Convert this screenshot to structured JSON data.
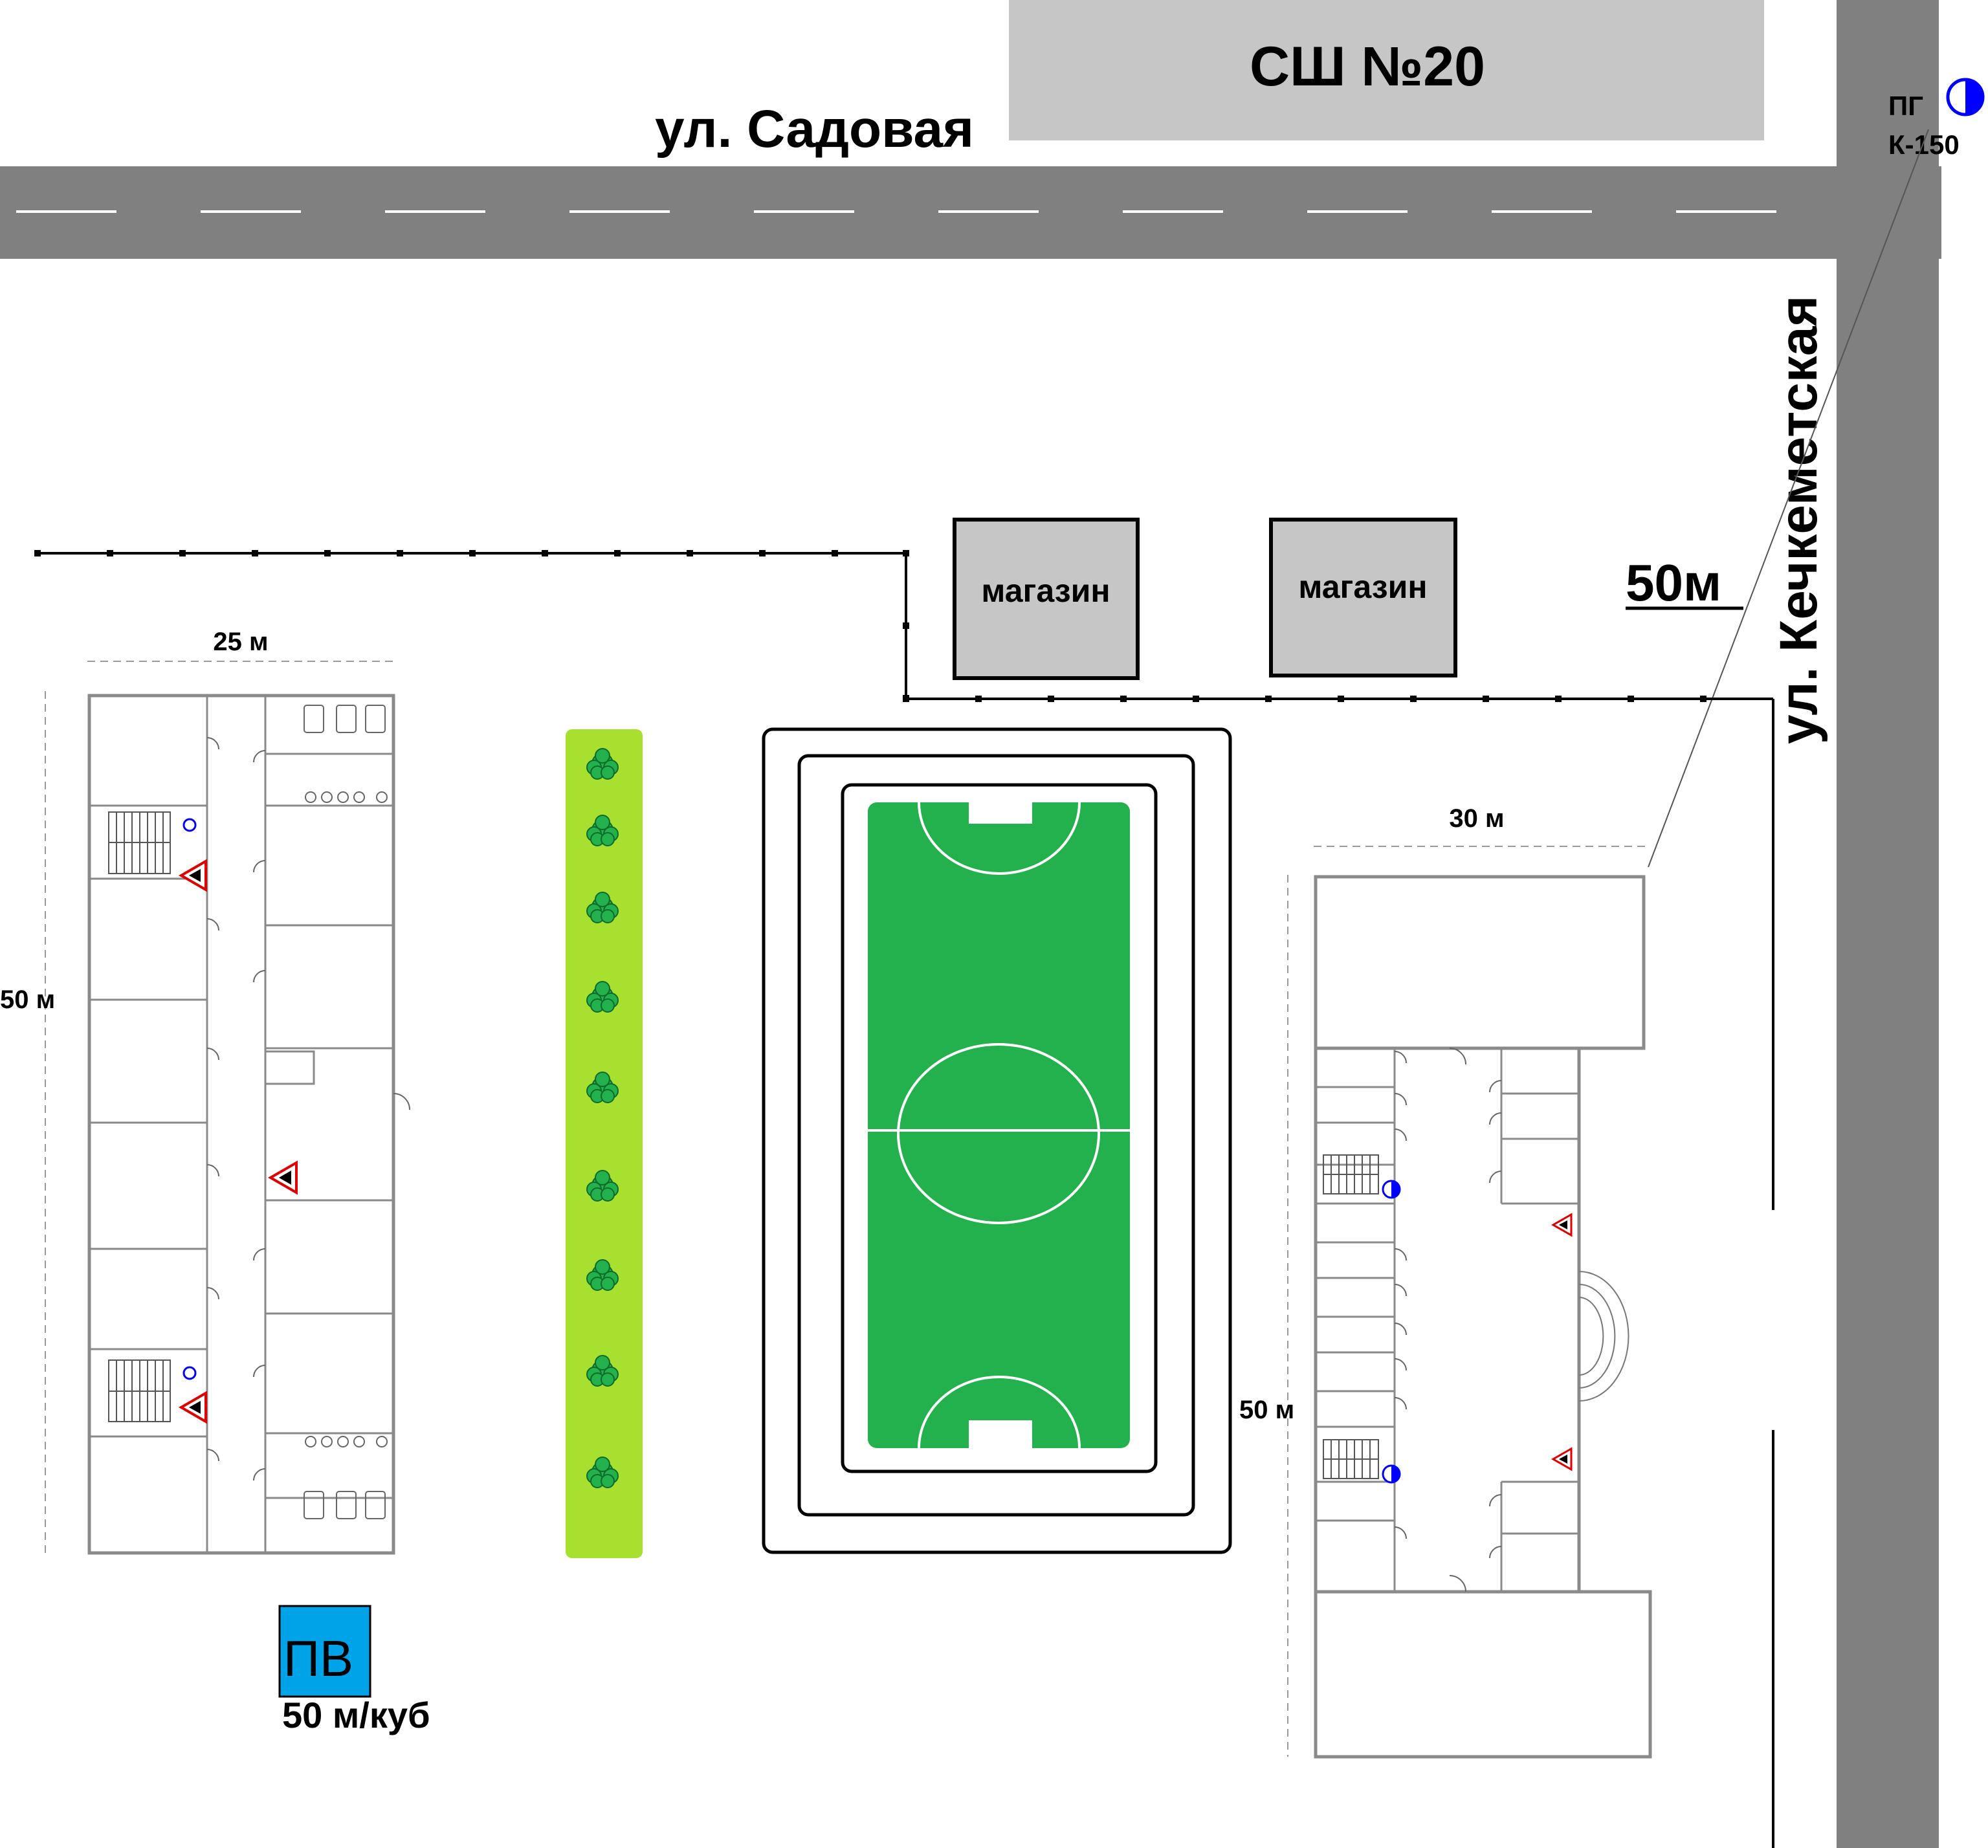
{
  "school_label": "СШ №20",
  "streets": {
    "horizontal": "ул. Садовая",
    "vertical": "ул. Кечкеметская"
  },
  "hydrant": {
    "code": "ПГ",
    "model": "К-150"
  },
  "shops": [
    {
      "label": "магазин"
    },
    {
      "label": "магазин"
    }
  ],
  "scale_label": "50м",
  "buildings": {
    "left": {
      "width_label": "25 м",
      "height_label": "50 м"
    },
    "right": {
      "width_label": "30 м",
      "height_label": "50 м"
    }
  },
  "water_reservoir": {
    "code": "ПВ",
    "volume": "50 м/куб"
  },
  "colors": {
    "road": "#808080",
    "school_block": "#c6c6c6",
    "shop_fill": "#c6c6c6",
    "field": "#22b14c",
    "tree_strip": "#a8e02f",
    "tree": "#22b14c",
    "reservoir": "#00a2e8",
    "hydrant": "#0000ff",
    "warning": "#e00000"
  },
  "icons": {
    "hydrant": "hydrant-half-circle-icon",
    "extinguisher": "fire-extinguisher-icon",
    "warning": "warning-triangle-icon",
    "tree": "tree-icon"
  }
}
